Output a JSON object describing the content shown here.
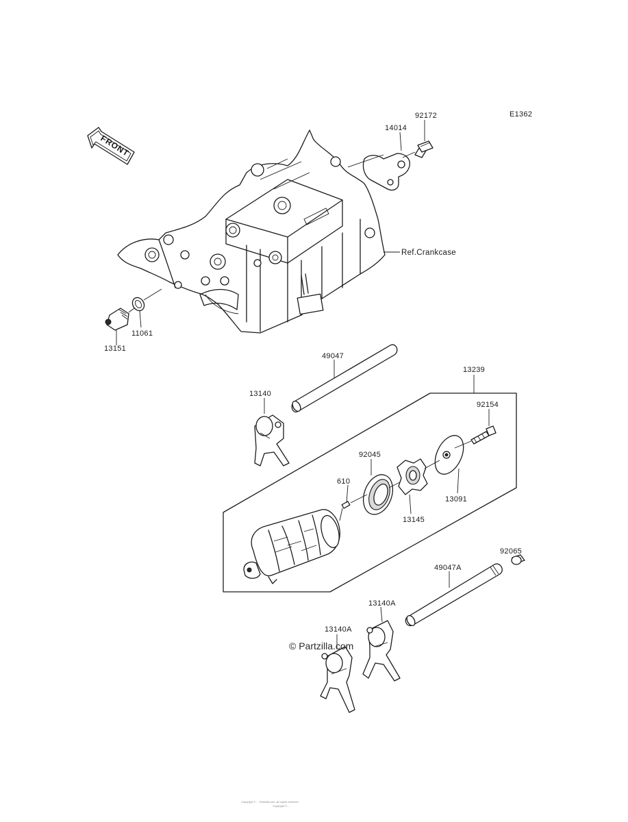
{
  "diagram_code": "E1362",
  "front_arrow_label": "FRONT",
  "watermark": "© Partzilla.com",
  "footer": [
    "Copyright © ... Partzilla.com, All rights reserved.",
    "Copyright © ..."
  ],
  "labels": {
    "p92172": "92172",
    "p14014": "14014",
    "ref_crankcase": "Ref.Crankcase",
    "p13151": "13151",
    "p11061": "11061",
    "p49047": "49047",
    "p13239": "13239",
    "p13140": "13140",
    "p92154": "92154",
    "p92045": "92045",
    "p610": "610",
    "p13091": "13091",
    "p13145": "13145",
    "p92065": "92065",
    "p49047a": "49047A",
    "p13140a_1": "13140A",
    "p13140a_2": "13140A"
  }
}
